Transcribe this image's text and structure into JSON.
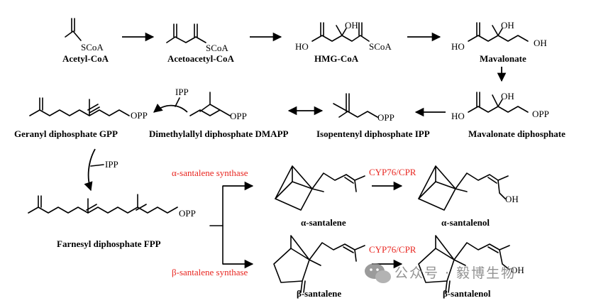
{
  "compounds": {
    "acetyl_coa": "Acetyl-CoA",
    "acetoacetyl_coa": "Acetoacetyl-CoA",
    "hmg_coa": "HMG-CoA",
    "mavalonate": "Mavalonate",
    "mavalonate_diphosphate": "Mavalonate diphosphate",
    "ipp": "Isopentenyl diphosphate IPP",
    "dmapp": "Dimethylallyl diphosphate DMAPP",
    "gpp": "Geranyl diphosphate GPP",
    "fpp": "Farnesyl diphosphate FPP",
    "alpha_santalene": "α-santalene",
    "alpha_santalenol": "α-santalenol",
    "beta_santalene": "β-santalene",
    "beta_santalenol": "β-santalenol"
  },
  "atoms": {
    "scoa": "SCoA",
    "oh": "OH",
    "ho": "HO",
    "opp": "OPP",
    "ipp_cofactor": "IPP"
  },
  "enzymes": {
    "alpha_synthase": "α-santalene synthase",
    "beta_synthase": "β-santalene synthase",
    "cyp_alpha": "CYP76/CPR",
    "cyp_beta": "CYP76/CPR"
  },
  "watermark": "公众号 · 毅博生物",
  "colors": {
    "enzyme": "#e8251f",
    "ink": "#000000",
    "watermark": "#7f7f7f"
  },
  "icons": {
    "watermark_logo": "wechat-icon"
  }
}
